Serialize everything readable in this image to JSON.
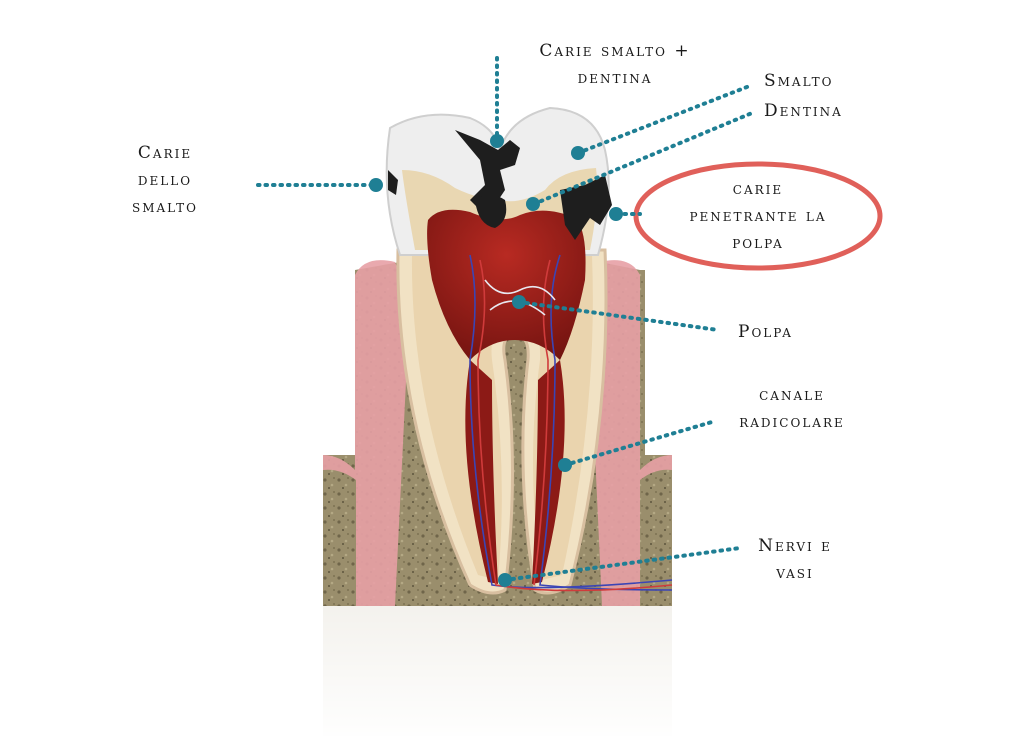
{
  "labels": {
    "carie_smalto": [
      "Carie",
      "dello",
      "smalto"
    ],
    "carie_smalto_dentina": [
      "Carie smalto +",
      "dentina"
    ],
    "smalto": "Smalto",
    "dentina": "Dentina",
    "carie_penetrante": [
      "carie",
      "penetrante la",
      "polpa"
    ],
    "polpa": "Polpa",
    "canale": [
      "canale",
      "radicolare"
    ],
    "nervi": [
      "Nervi e",
      "vasi"
    ]
  },
  "colors": {
    "leader": "#1f7f94",
    "highlight_ring": "#e0605a",
    "enamel": "#ececec",
    "dentin": "#ead9b6",
    "pulp": "#8c1a16",
    "gum": "#e9a4a8",
    "bone": "#8f8464",
    "caries": "#222222"
  }
}
